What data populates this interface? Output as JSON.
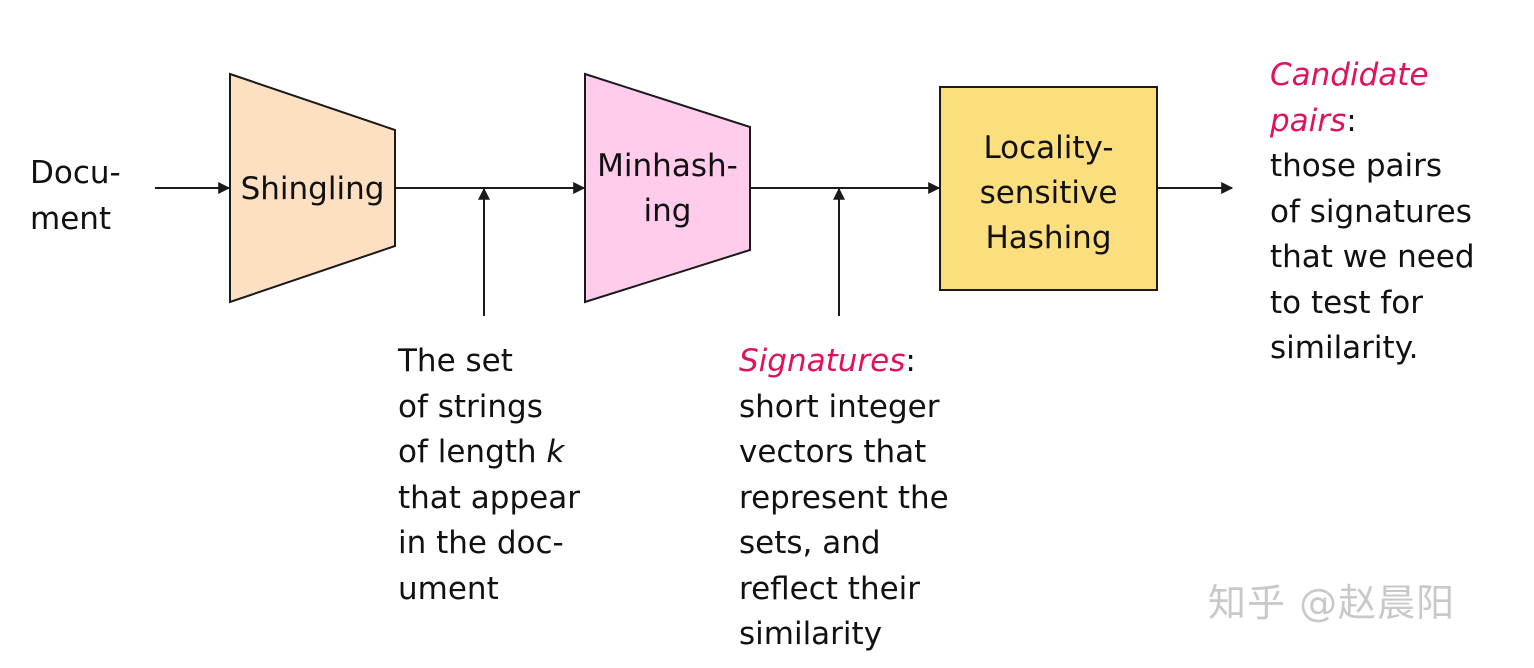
{
  "input": {
    "lines": [
      "Docu-",
      "ment"
    ]
  },
  "nodes": {
    "shingling": {
      "label": "Shingling"
    },
    "minhashing": {
      "label": "Minhash-\ning"
    },
    "lsh": {
      "label": "Locality-\nsensitive\nHashing"
    }
  },
  "annotations": {
    "shingles": {
      "lines_a": "The set\nof strings\nof length ",
      "k": "k",
      "lines_b": "\nthat appear\nin the doc-\nument"
    },
    "signatures": {
      "term": "Signatures",
      "colon": ":",
      "body": "\nshort integer\nvectors that\nrepresent the\nsets, and\nreflect their\nsimilarity"
    },
    "candidates": {
      "term": "Candidate\npairs",
      "colon": ":",
      "body": "\nthose pairs\nof signatures\nthat we need\nto test for\nsimilarity."
    }
  },
  "watermark": "知乎 @赵晨阳",
  "colors": {
    "shingling_fill": "#fde0c2",
    "minhashing_fill": "#ffccec",
    "lsh_fill": "#fbdf7e",
    "accent": "#e0115f",
    "stroke": "#1a1a1a"
  }
}
